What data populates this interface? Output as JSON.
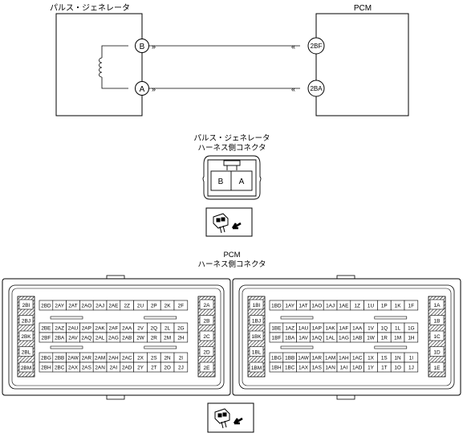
{
  "wiring": {
    "left_box_title": "パルス・ジェネレータ",
    "right_box_title": "PCM",
    "terminals_left": [
      "B",
      "A"
    ],
    "terminals_right": [
      "2BF",
      "2BA"
    ]
  },
  "pg_connector": {
    "title_line1": "パルス・ジェネレータ",
    "title_line2": "ハーネス側コネクタ",
    "pins": [
      "B",
      "A"
    ]
  },
  "pcm_connector": {
    "title_line1": "PCM",
    "title_line2": "ハーネス側コネクタ",
    "block2": {
      "side_left": [
        "2BI",
        "2BJ",
        "2BK",
        "2BL",
        "2BM"
      ],
      "side_right": [
        "2A",
        "2B",
        "2C",
        "2D",
        "2E"
      ],
      "rows": [
        [
          "2BD",
          "2AY",
          "2AT",
          "2AO",
          "2AJ",
          "2AE",
          "2Z",
          "2U",
          "2P",
          "2K",
          "2F"
        ],
        [
          "2BE",
          "2AZ",
          "2AU",
          "2AP",
          "2AK",
          "2AF",
          "2AA",
          "2V",
          "2Q",
          "2L",
          "2G"
        ],
        [
          "2BF",
          "2BA",
          "2AV",
          "2AQ",
          "2AL",
          "2AG",
          "2AB",
          "2W",
          "2R",
          "2M",
          "2H"
        ],
        [
          "2BG",
          "2BB",
          "2AW",
          "2AR",
          "2AM",
          "2AH",
          "2AC",
          "2X",
          "2S",
          "2N",
          "2I"
        ],
        [
          "2BH",
          "2BC",
          "2AX",
          "2AS",
          "2AN",
          "2AI",
          "2AD",
          "2Y",
          "2T",
          "2O",
          "2J"
        ]
      ]
    },
    "block1": {
      "side_left": [
        "1BI",
        "1BJ",
        "1BK",
        "1BL",
        "1BM"
      ],
      "side_right": [
        "1A",
        "1B",
        "1C",
        "1D",
        "1E"
      ],
      "rows": [
        [
          "1BD",
          "1AY",
          "1AT",
          "1AO",
          "1AJ",
          "1AE",
          "1Z",
          "1U",
          "1P",
          "1K",
          "1F"
        ],
        [
          "1BE",
          "1AZ",
          "1AU",
          "1AP",
          "1AK",
          "1AF",
          "1AA",
          "1V",
          "1Q",
          "1L",
          "1G"
        ],
        [
          "1BF",
          "1BA",
          "1AV",
          "1AQ",
          "1AL",
          "1AG",
          "1AB",
          "1W",
          "1R",
          "1M",
          "1H"
        ],
        [
          "1BG",
          "1BB",
          "1AW",
          "1AR",
          "1AM",
          "1AH",
          "1AC",
          "1X",
          "1S",
          "1N",
          "1I"
        ],
        [
          "1BH",
          "1BC",
          "1AX",
          "1AS",
          "1AN",
          "1AI",
          "1AD",
          "1Y",
          "1T",
          "1O",
          "1J"
        ]
      ]
    }
  }
}
